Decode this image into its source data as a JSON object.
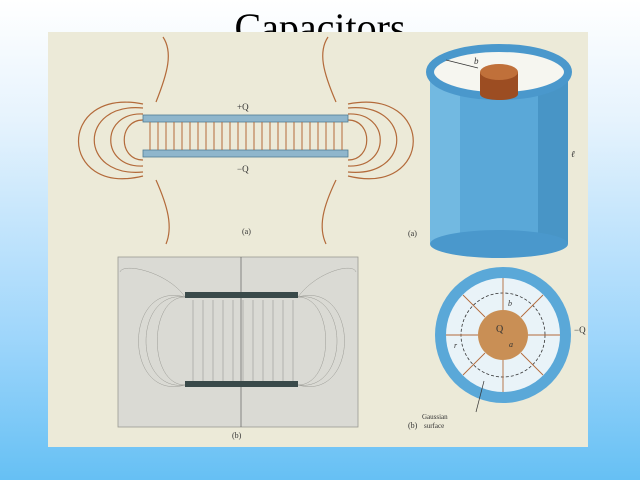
{
  "slide": {
    "title": "Capacitors"
  },
  "figure": {
    "plates": {
      "top_charge": "+Q",
      "bottom_charge": "−Q",
      "label_a": "(a)",
      "label_b": "(b)"
    },
    "cylinder": {
      "radius_label": "b",
      "length_label": "ℓ",
      "label_a": "(a)"
    },
    "cross_section": {
      "inner_charge": "Q",
      "outer_charge": "−Q",
      "inner_radius": "a",
      "outer_radius": "b",
      "radius_r": "r",
      "label": "(b)",
      "gaussian_line1": "Gaussian",
      "gaussian_line2": "surface"
    }
  },
  "colors": {
    "field_line": "#b36a3a",
    "plate": "#8fb6cc",
    "cylinder": "#5aa8d8",
    "core": "#c98f55"
  }
}
